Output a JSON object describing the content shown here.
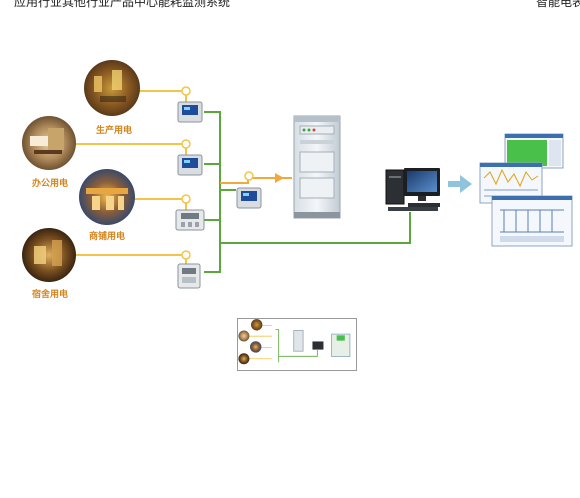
{
  "header": {
    "left_text": "应用行业其他行业产品中心能耗监测系统",
    "right_text": "智能电表"
  },
  "diagram": {
    "labels": {
      "production": "生产用电",
      "office": "办公用电",
      "commercial": "商铺用电",
      "dormitory": "宿舍用电"
    }
  },
  "colors": {
    "yellow_line": "#f2c44a",
    "green_line": "#5aa83c",
    "bus_line": "#f2a93b",
    "arrow_blue": "#8fc4dc",
    "label_color": "#d4861e"
  },
  "icons": {
    "meter": "power-meter-icon",
    "cabinet": "server-cabinet-icon",
    "computer": "desktop-computer-icon",
    "screens": "software-screens-icon"
  }
}
